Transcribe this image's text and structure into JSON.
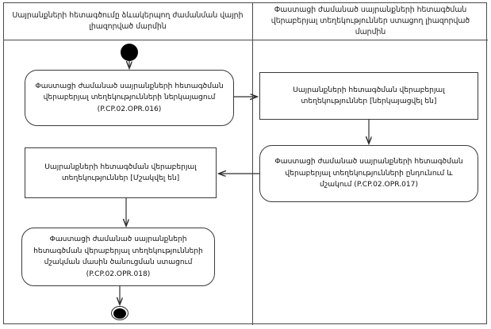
{
  "diagram": {
    "type": "uml-activity-swimlane",
    "lanes": [
      {
        "id": "lane-left",
        "title": "Սայրանքների հետագծումը ձևակերպող ժամանման վայրի լիազորված մարմին"
      },
      {
        "id": "lane-right",
        "title": "Փաստացի ժամանած սայրանքների հետագծման վերաբերյալ տեղեկություններ ստացող լիազորված մարմին"
      }
    ],
    "nodes": {
      "start": {
        "label": "start-node"
      },
      "a": {
        "lane": "lane-left",
        "shape": "rounded",
        "text": "Փաստացի ժամանած սայրանքների հետագծման վերաբերյալ տեղեկությունների ներկայացում (P.CP.02.OPR.016)"
      },
      "b": {
        "lane": "lane-right",
        "shape": "rectangle",
        "text": "Սայրանքների հետագծման վերաբերյալ տեղեկություններ [ներկայացվել են]"
      },
      "c": {
        "lane": "lane-right",
        "shape": "rounded",
        "text": "Փաստացի ժամանած սայրանքների հետագծման վերաբերյալ տեղեկությունների ընդունում և մշակում (P.CP.02.OPR.017)"
      },
      "d": {
        "lane": "lane-left",
        "shape": "rectangle",
        "text": "Սայրանքների հետագծման վերաբերյալ տեղեկություններ [Մշակվել են]"
      },
      "e": {
        "lane": "lane-left",
        "shape": "rounded",
        "text": "Փաստացի ժամանած սայրանքների հետագծման վերաբերյալ տեղեկությունների մշակման մասին ծանուցման ստացում (P.CP.02.OPR.018)"
      },
      "end": {
        "label": "end-node"
      }
    },
    "colors": {
      "border": "#3a3a3a",
      "lane_border": "#4a4a4a",
      "connector": "#2e2e2e",
      "text": "#101010",
      "background": "#ffffff"
    }
  }
}
